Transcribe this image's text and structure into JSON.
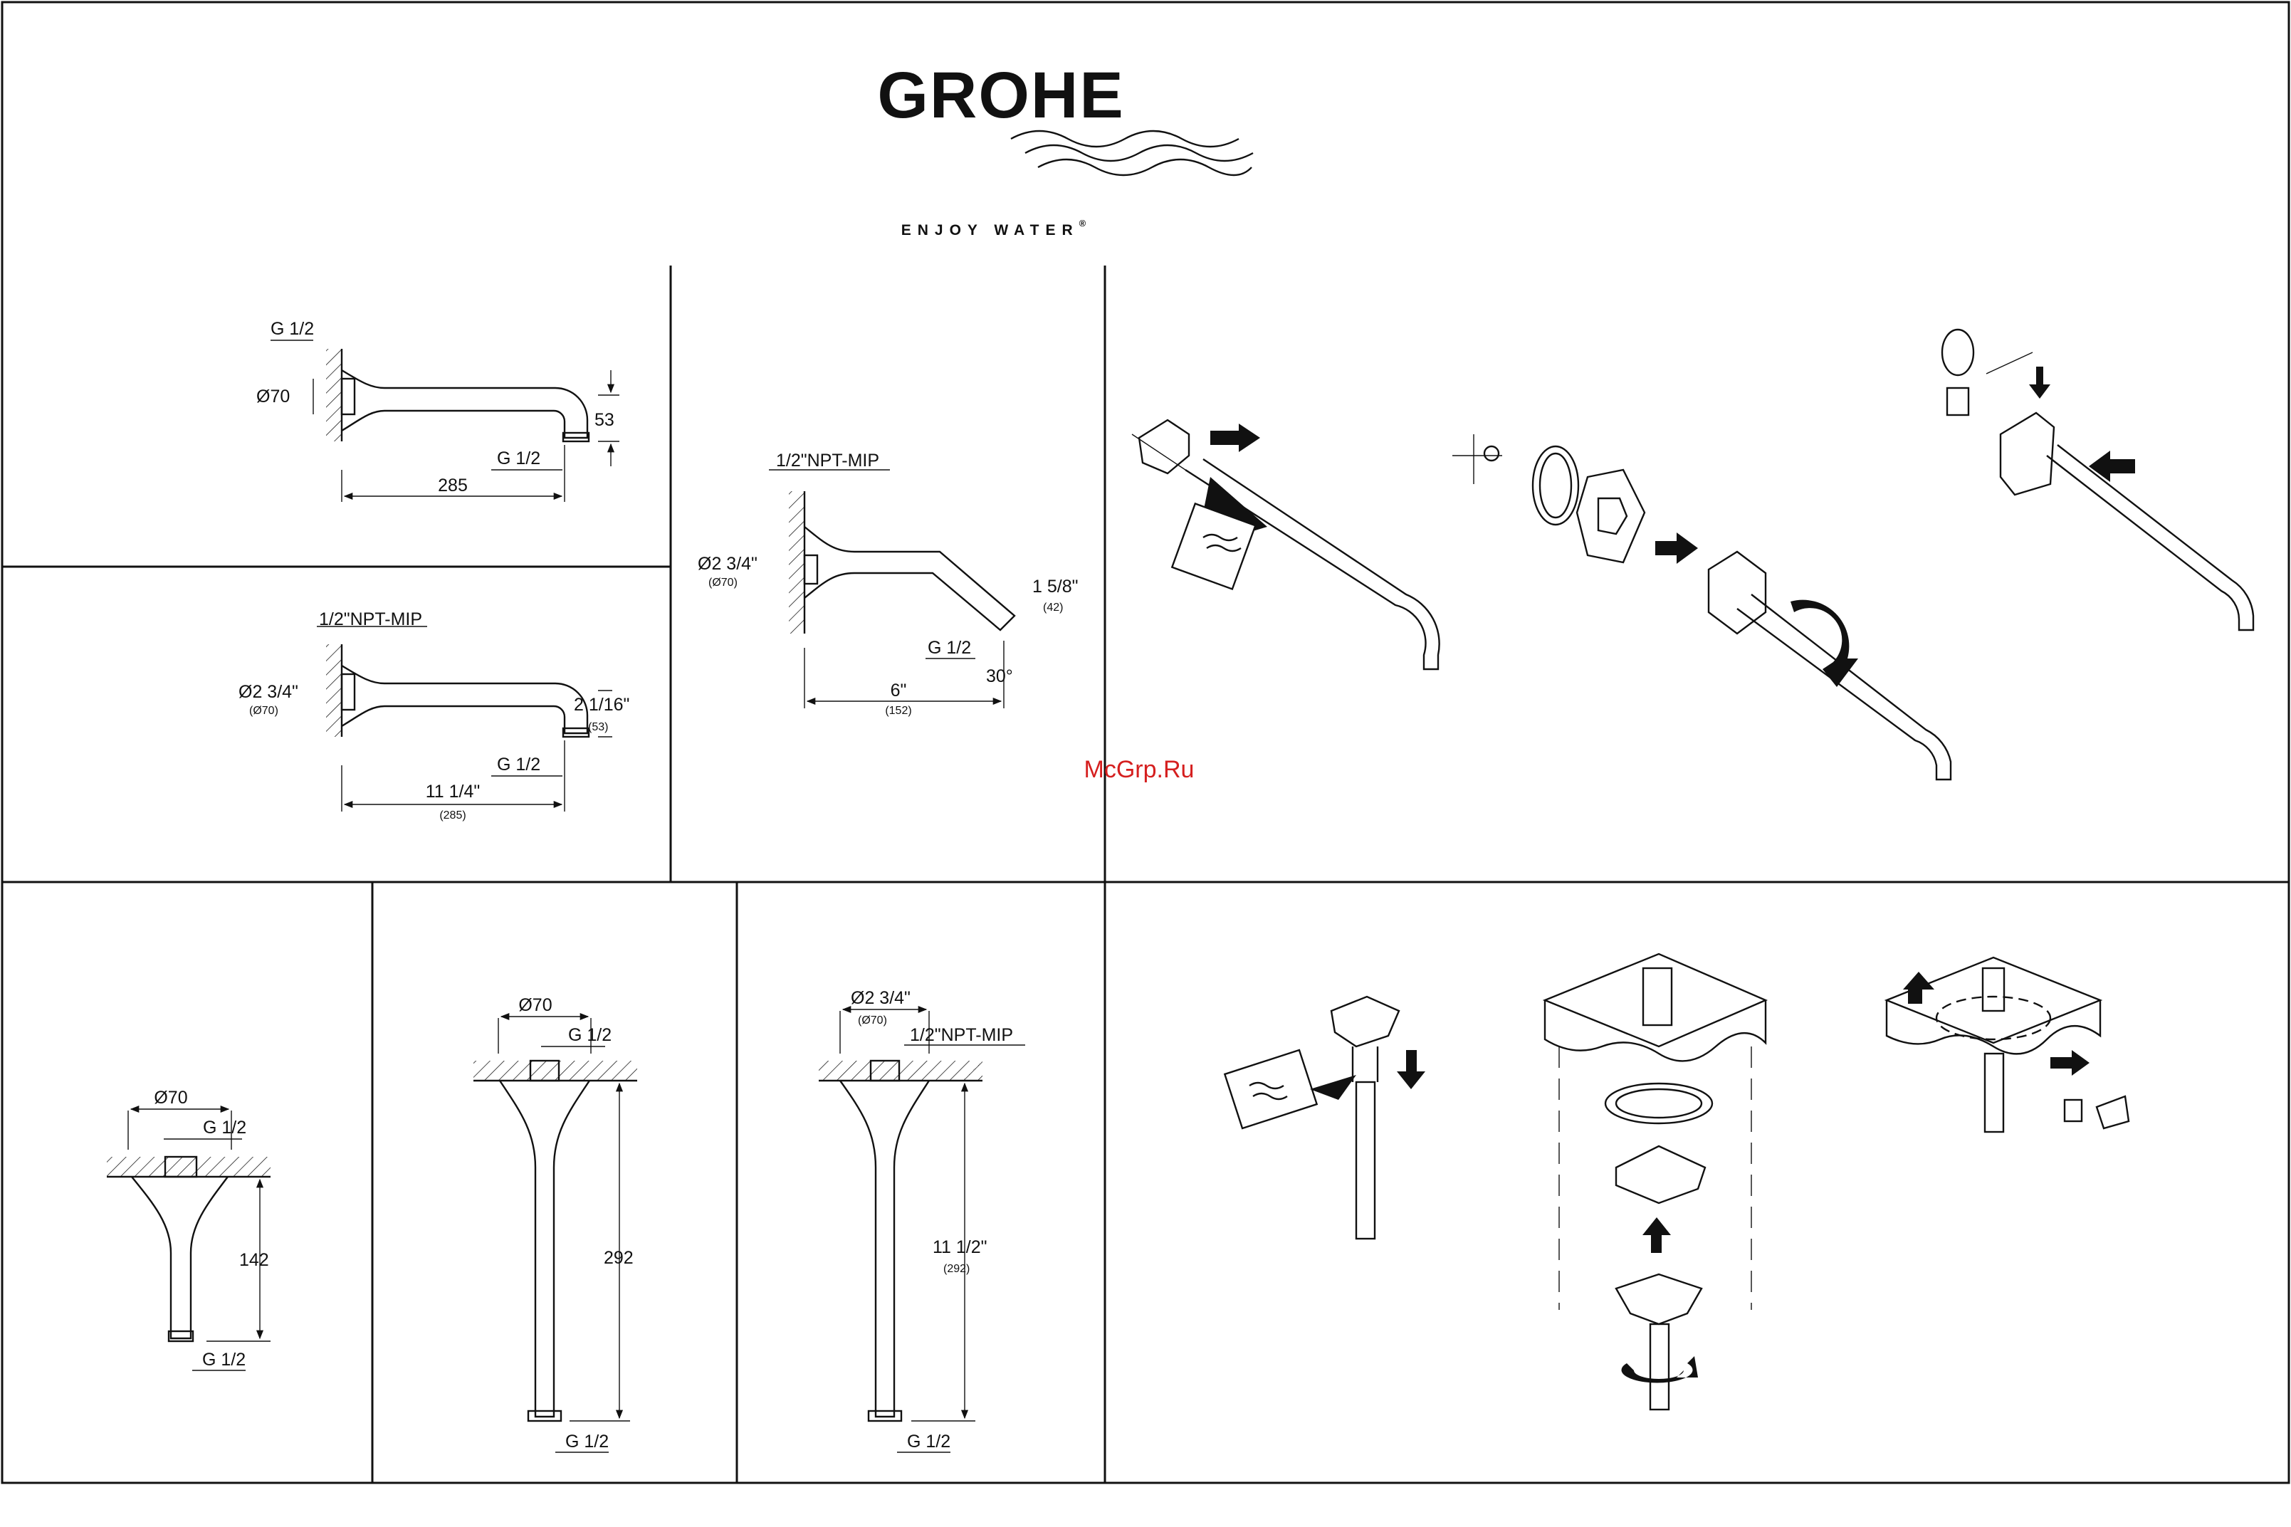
{
  "brand": {
    "name": "GROHE",
    "tagline": "ENJOY WATER",
    "registered": "®"
  },
  "watermark": "McGrp.Ru",
  "colors": {
    "ink": "#111111",
    "paper": "#ffffff",
    "watermark": "#d51f1f"
  },
  "wall_metric": {
    "thread_top": "G 1/2",
    "flange_diameter": "Ø70",
    "drop": "53",
    "thread_outlet": "G 1/2",
    "length": "285"
  },
  "wall_inch": {
    "thread_top": "1/2\"NPT-MIP",
    "flange_diameter": "Ø2 3/4\"",
    "flange_diameter_mm": "(Ø70)",
    "drop": "2 1/16\"",
    "drop_mm": "(53)",
    "thread_outlet": "G 1/2",
    "length": "11 1/4\"",
    "length_mm": "(285)"
  },
  "wall_angled": {
    "thread_top": "1/2\"NPT-MIP",
    "flange_diameter": "Ø2 3/4\"",
    "flange_diameter_mm": "(Ø70)",
    "drop": "1 5/8\"",
    "drop_mm": "(42)",
    "thread_outlet": "G 1/2",
    "angle": "30°",
    "length": "6\"",
    "length_mm": "(152)"
  },
  "ceiling_short": {
    "flange_diameter": "Ø70",
    "thread_top": "G 1/2",
    "height": "142",
    "thread_outlet": "G 1/2"
  },
  "ceiling_long": {
    "flange_diameter": "Ø70",
    "thread_top": "G 1/2",
    "height": "292",
    "thread_outlet": "G 1/2"
  },
  "ceiling_inch": {
    "flange_diameter": "Ø2 3/4\"",
    "flange_diameter_mm": "(Ø70)",
    "thread_top": "1/2\"NPT-MIP",
    "height": "11 1/2\"",
    "height_mm": "(292)",
    "thread_outlet": "G 1/2"
  }
}
